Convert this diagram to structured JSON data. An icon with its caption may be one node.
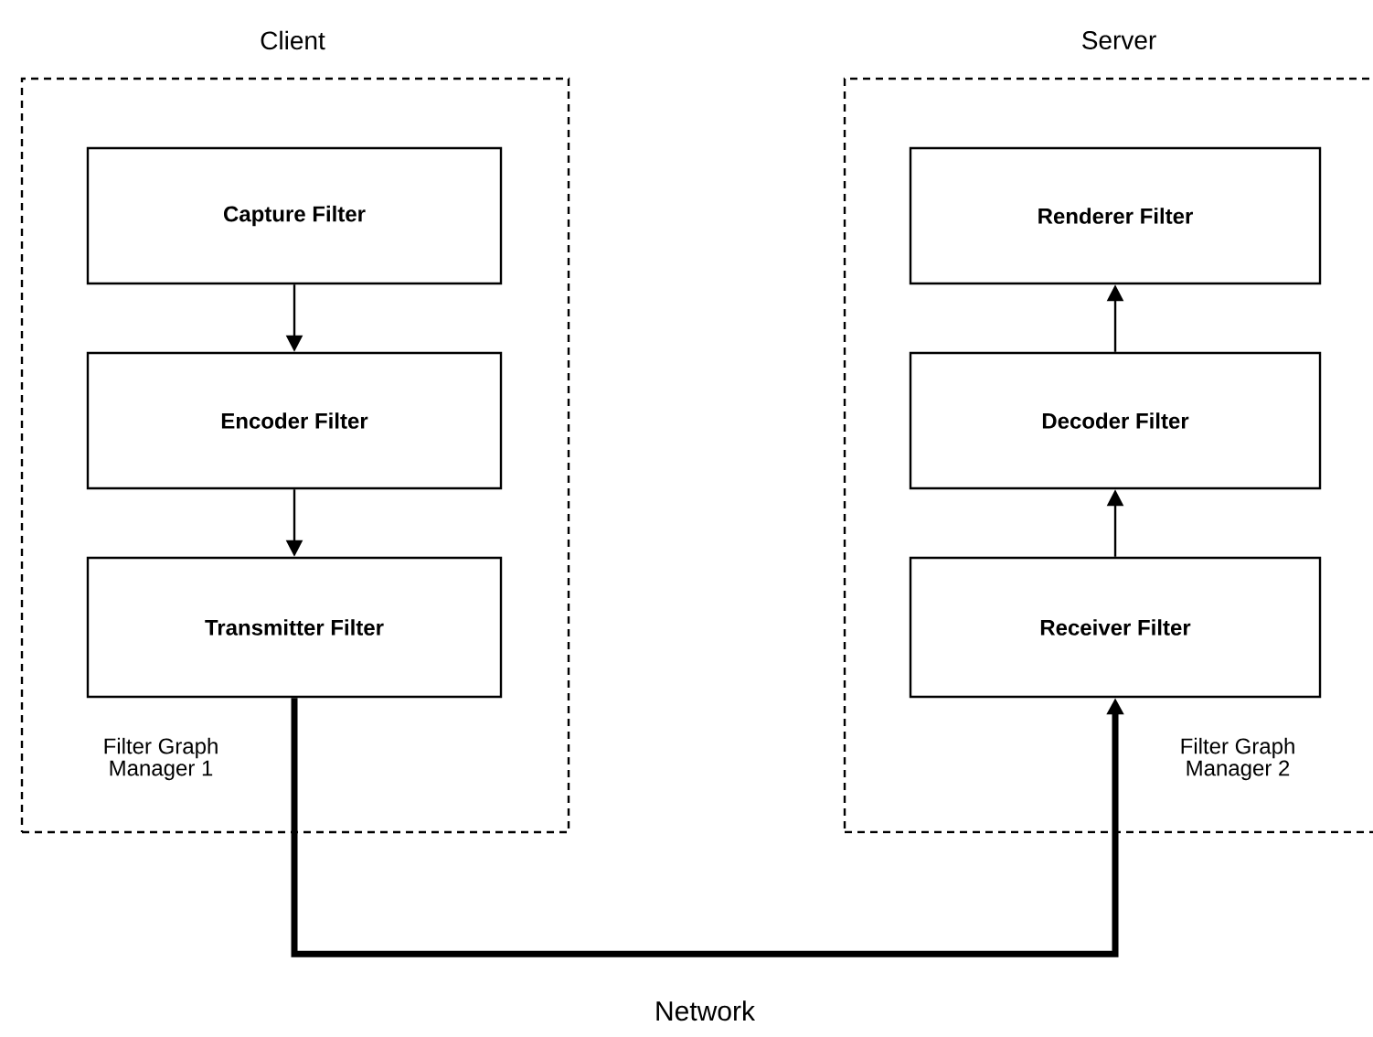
{
  "diagram": {
    "nodes": [
      {
        "text": [
          "Client",
          "Filter Graph Manager 1"
        ]
      },
      {
        "text": [
          "Capture Filter"
        ],
        "in": 0
      },
      {
        "text": [
          "Encoder Filter"
        ],
        "in": 0
      },
      {
        "text": [
          "Transmitter Filter"
        ],
        "in": 0
      },
      {
        "text": [
          "Server",
          "Filter Graph Manager 2"
        ]
      },
      {
        "text": [
          "Renderer Filter"
        ],
        "in": 4
      },
      {
        "text": [
          "Decoder Filter"
        ],
        "in": 4
      },
      {
        "text": [
          "Receiver Filter"
        ],
        "in": 4
      }
    ],
    "edges": [
      {
        "from": 1,
        "to": 2,
        "arrow": "to"
      },
      {
        "from": 2,
        "to": 3,
        "arrow": "to"
      },
      {
        "from": 7,
        "to": 6,
        "arrow": "to"
      },
      {
        "from": 6,
        "to": 5,
        "arrow": "to"
      },
      {
        "from": 3,
        "to": 7,
        "arrow": "to",
        "style": "thick",
        "label": "Network"
      }
    ]
  }
}
